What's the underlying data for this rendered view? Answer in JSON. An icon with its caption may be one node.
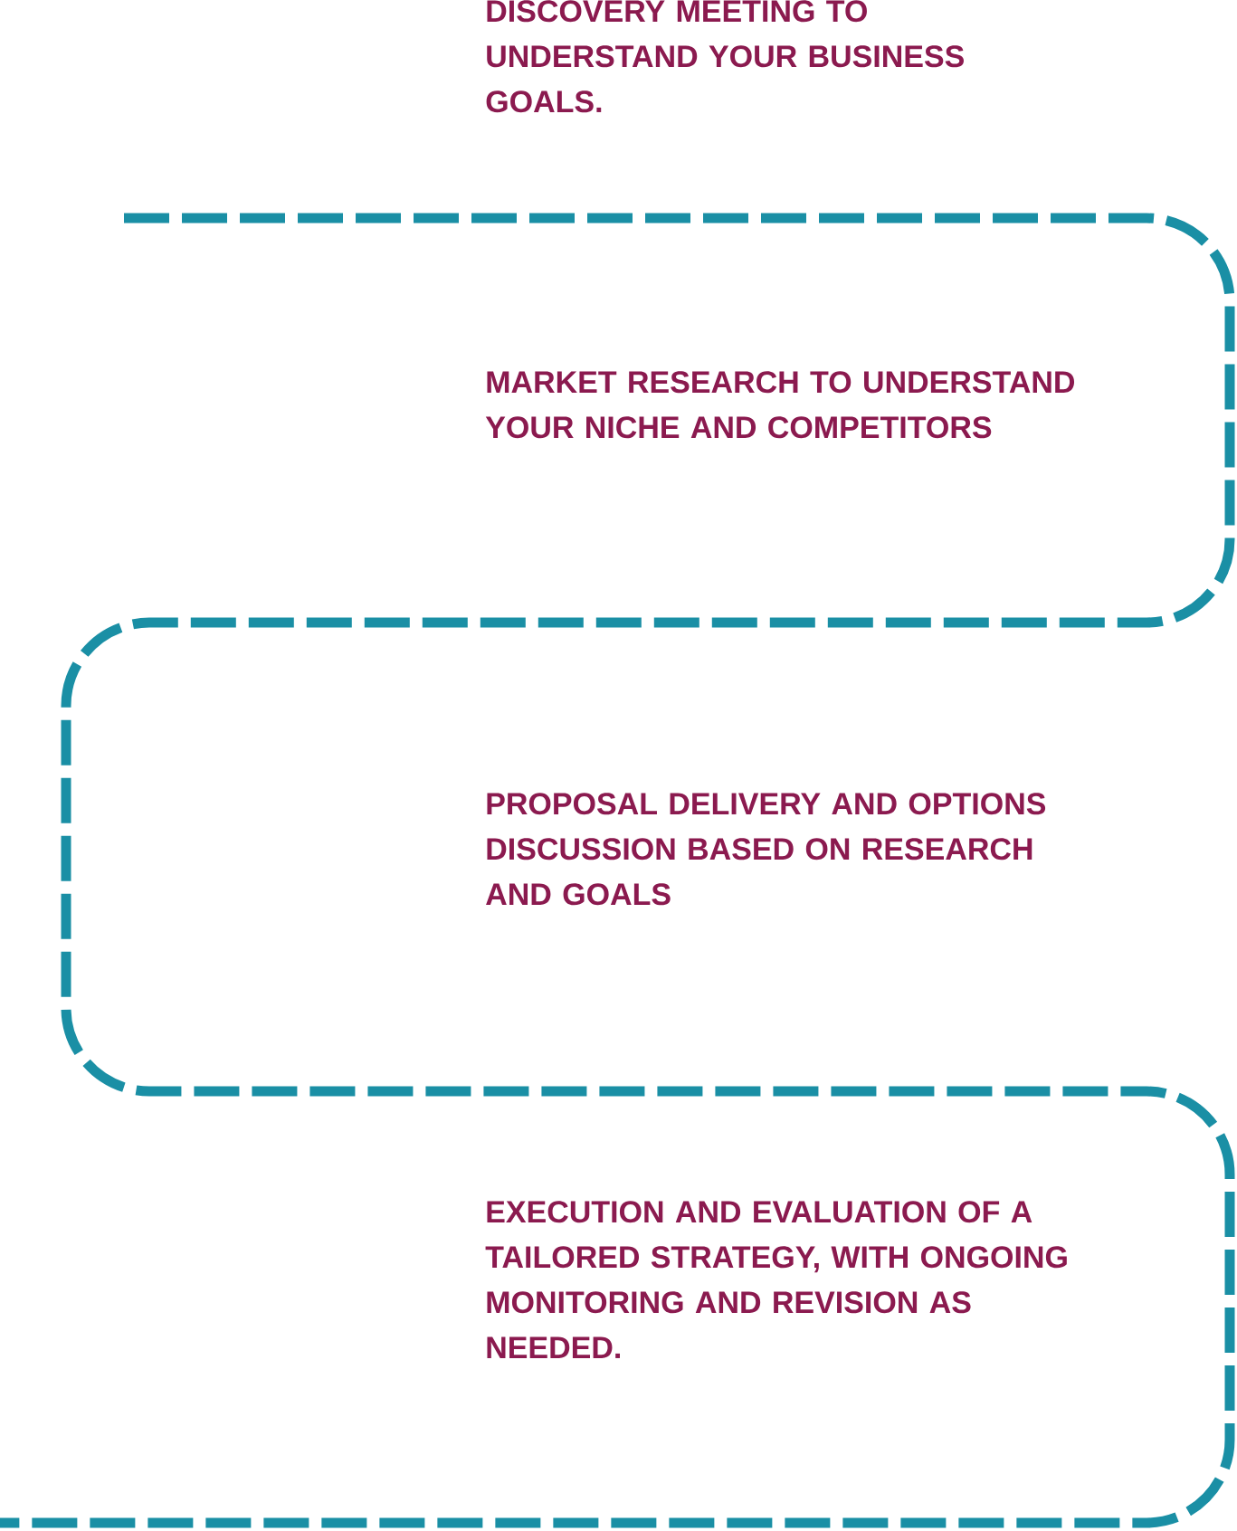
{
  "diagram": {
    "labels": [
      "DISCOVERY MEETING TO UNDERSTAND YOUR BUSINESS GOALS.",
      "MARKET RESEARCH TO UNDERSTAND YOUR NICHE AND COMPETITORS",
      "PROPOSAL DELIVERY AND OPTIONS DISCUSSION BASED ON RESEARCH AND GOALS",
      "EXECUTION AND EVALUATION OF A TAILORED STRATEGY, WITH ONGOING MONITORING AND REVISION AS NEEDED."
    ]
  }
}
